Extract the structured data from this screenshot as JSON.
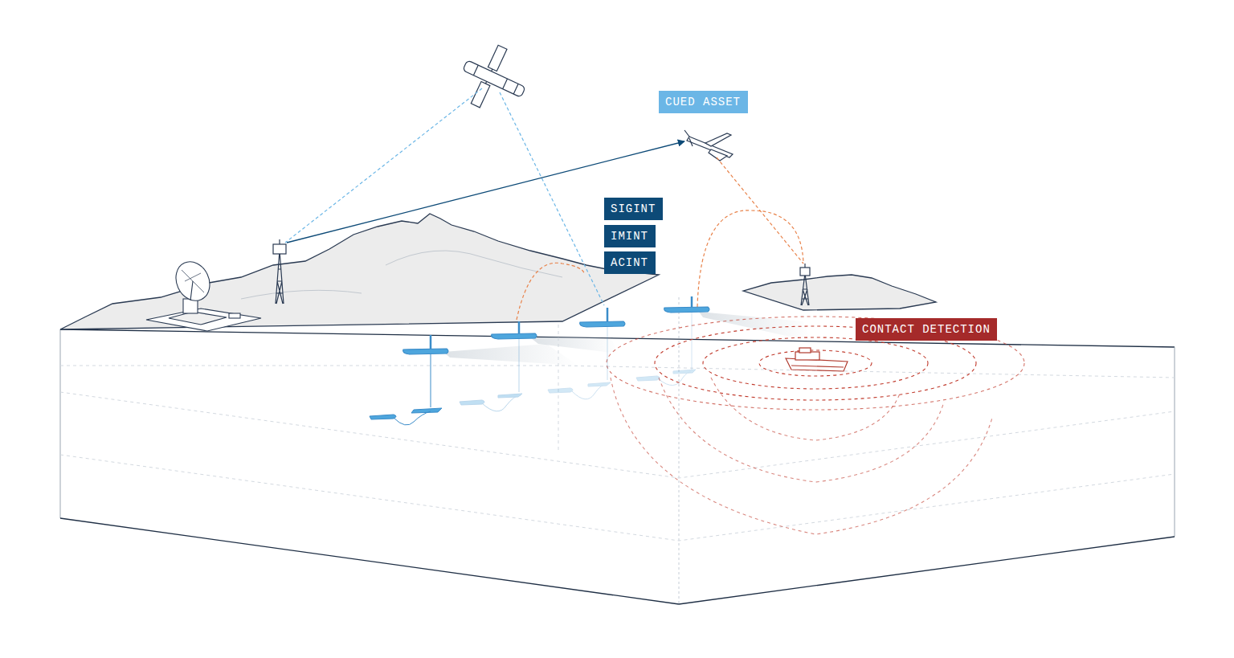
{
  "diagram": {
    "nodes": [
      {
        "text": [
          "CUED ASSET"
        ]
      },
      {
        "text": [
          "SIGINT"
        ]
      },
      {
        "text": [
          "IMINT"
        ]
      },
      {
        "text": [
          "ACINT"
        ]
      },
      {
        "text": [
          "CONTACT DETECTION"
        ]
      }
    ]
  }
}
